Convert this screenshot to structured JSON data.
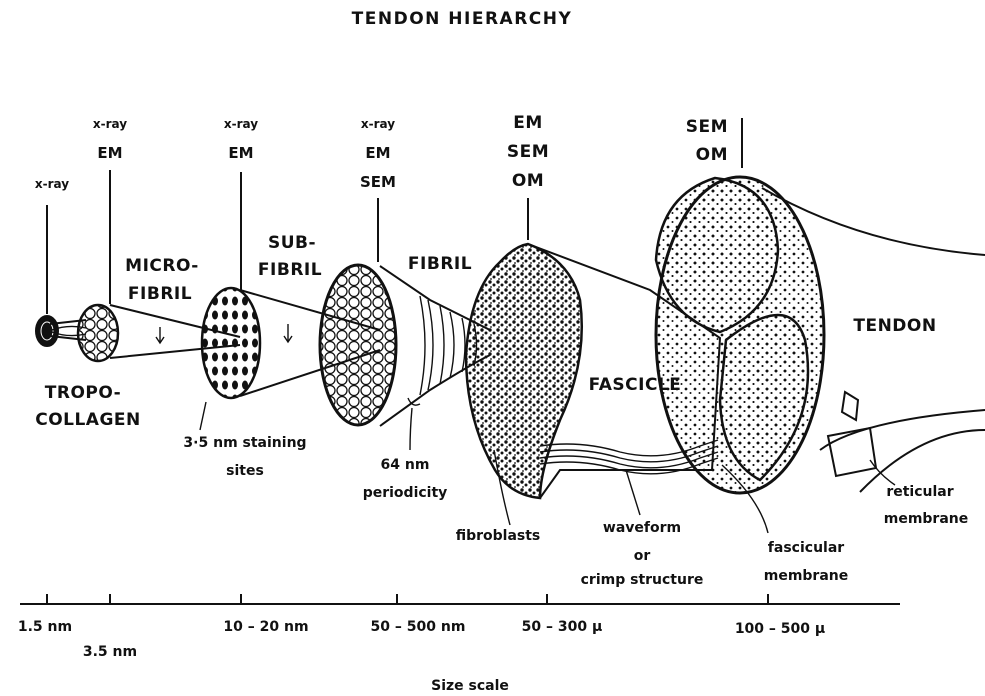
{
  "title": "TENDON HIERARCHY",
  "methods": {
    "tropocollagen": [
      "x-ray"
    ],
    "microfibril": [
      "x-ray",
      "EM"
    ],
    "subfibril": [
      "x-ray",
      "EM"
    ],
    "fibril": [
      "x-ray",
      "EM",
      "SEM"
    ],
    "fascicle": [
      "EM",
      "SEM",
      "OM"
    ],
    "tendon": [
      "SEM",
      "OM"
    ]
  },
  "structures": {
    "tropocollagen": [
      "TROPO-",
      "COLLAGEN"
    ],
    "microfibril": [
      "MICRO-",
      "FIBRIL"
    ],
    "subfibril": [
      "SUB-",
      "FIBRIL"
    ],
    "fibril": "FIBRIL",
    "fascicle": "FASCICLE",
    "tendon": "TENDON"
  },
  "annotations": {
    "staining_sites": [
      "3·5 nm staining",
      "sites"
    ],
    "periodicity": [
      "64 nm",
      "periodicity"
    ],
    "fibroblasts": "fibroblasts",
    "waveform": [
      "waveform",
      "or",
      "crimp structure"
    ],
    "fascicular_membrane": [
      "fascicular",
      "membrane"
    ],
    "reticular_membrane": [
      "reticular",
      "membrane"
    ]
  },
  "scale": {
    "ticks_top": [
      "1.5 nm",
      "10 – 20 nm",
      "50 – 500 nm",
      "50 – 300 μ",
      "100 – 500 μ"
    ],
    "ticks_bottom": [
      "3.5 nm"
    ],
    "caption": "Size scale"
  }
}
